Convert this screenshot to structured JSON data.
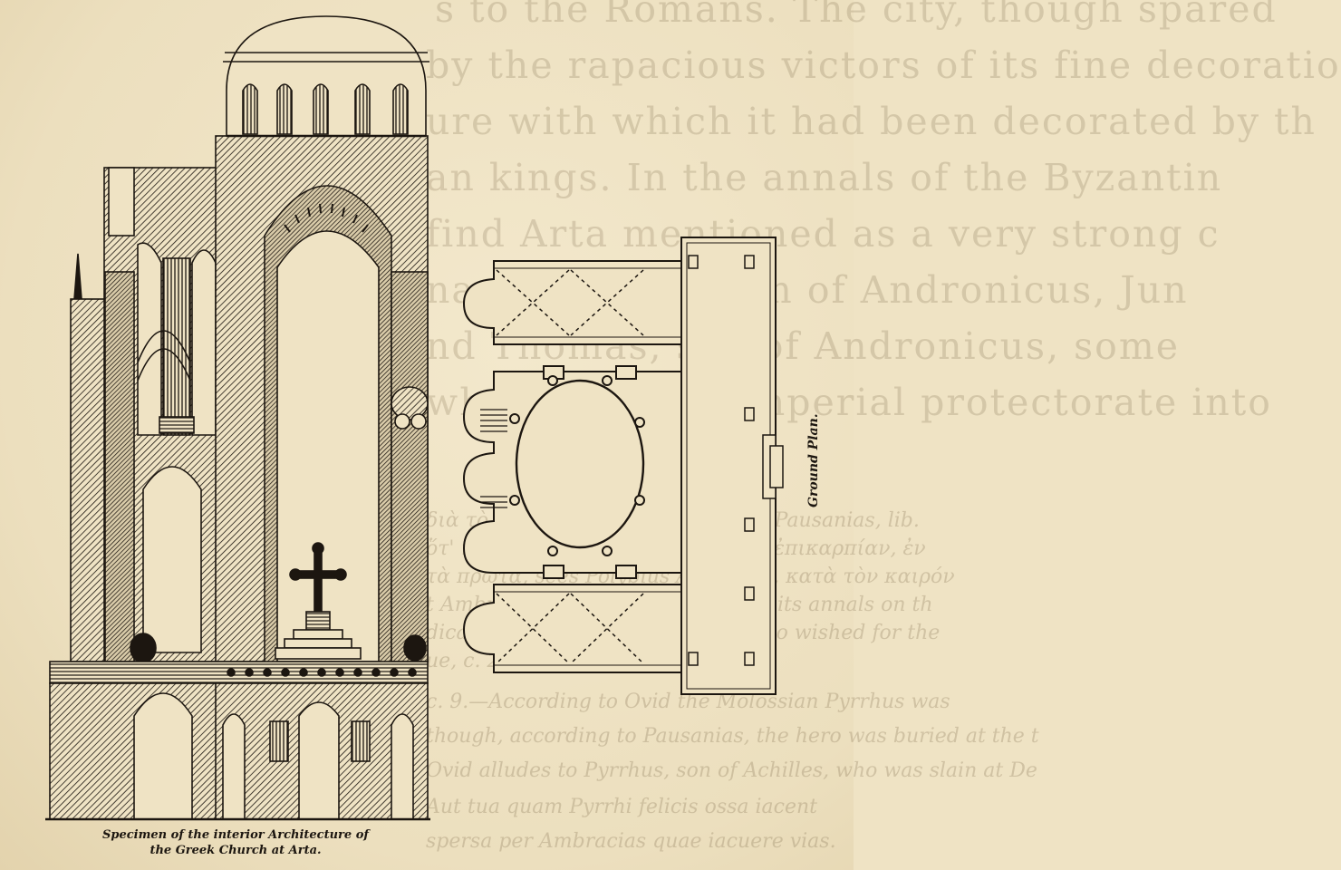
{
  "bleed_through": {
    "lines": [
      "s to the Romans. The city, though spared",
      "by the rapacious victors of its fine decoratio",
      "ure with which it had been decorated by th",
      "an kings. In the annals of the Byzantin",
      "find Arta mentioned as a very strong c",
      "nans. In the reign of Andronicus, Jun",
      "nd Thomas, son of Andronicus, some",
      "who threw the imperial protectorate into"
    ],
    "notes": [
      "διὰ τὸ τὴν Ἀμβρακίαν ἀποστῆναι. Pausanias, lib.",
      "ὅτ' ἡ πόλις ἁλοῦσα τὸ ἐλευθέριον ἐπικαρπίαν, ἐν",
      "τὰ πρῶτα, sees Polybius Ambracia, κατὰ τὸν καιρόν",
      "t Ambracia, named the honours in its annals on th",
      "dicated at Elis by those Greeks who wished for the",
      "ue, c. 25.",
      "c. 9.—According to Ovid the Molossian Pyrrhus was",
      "though, according to Pausanias, the hero was buried at the t",
      "Ovid alludes to Pyrrhus, son of Achilles, who was slain at De",
      "Aut tua quam Pyrrhi felicis ossa iacent",
      "spersa per Ambracias quae iacuere vias."
    ]
  },
  "caption": {
    "line1": "Specimen of the interior Architecture of",
    "line2": "the Greek Church at Arta."
  },
  "plan_label": "Ground Plan."
}
